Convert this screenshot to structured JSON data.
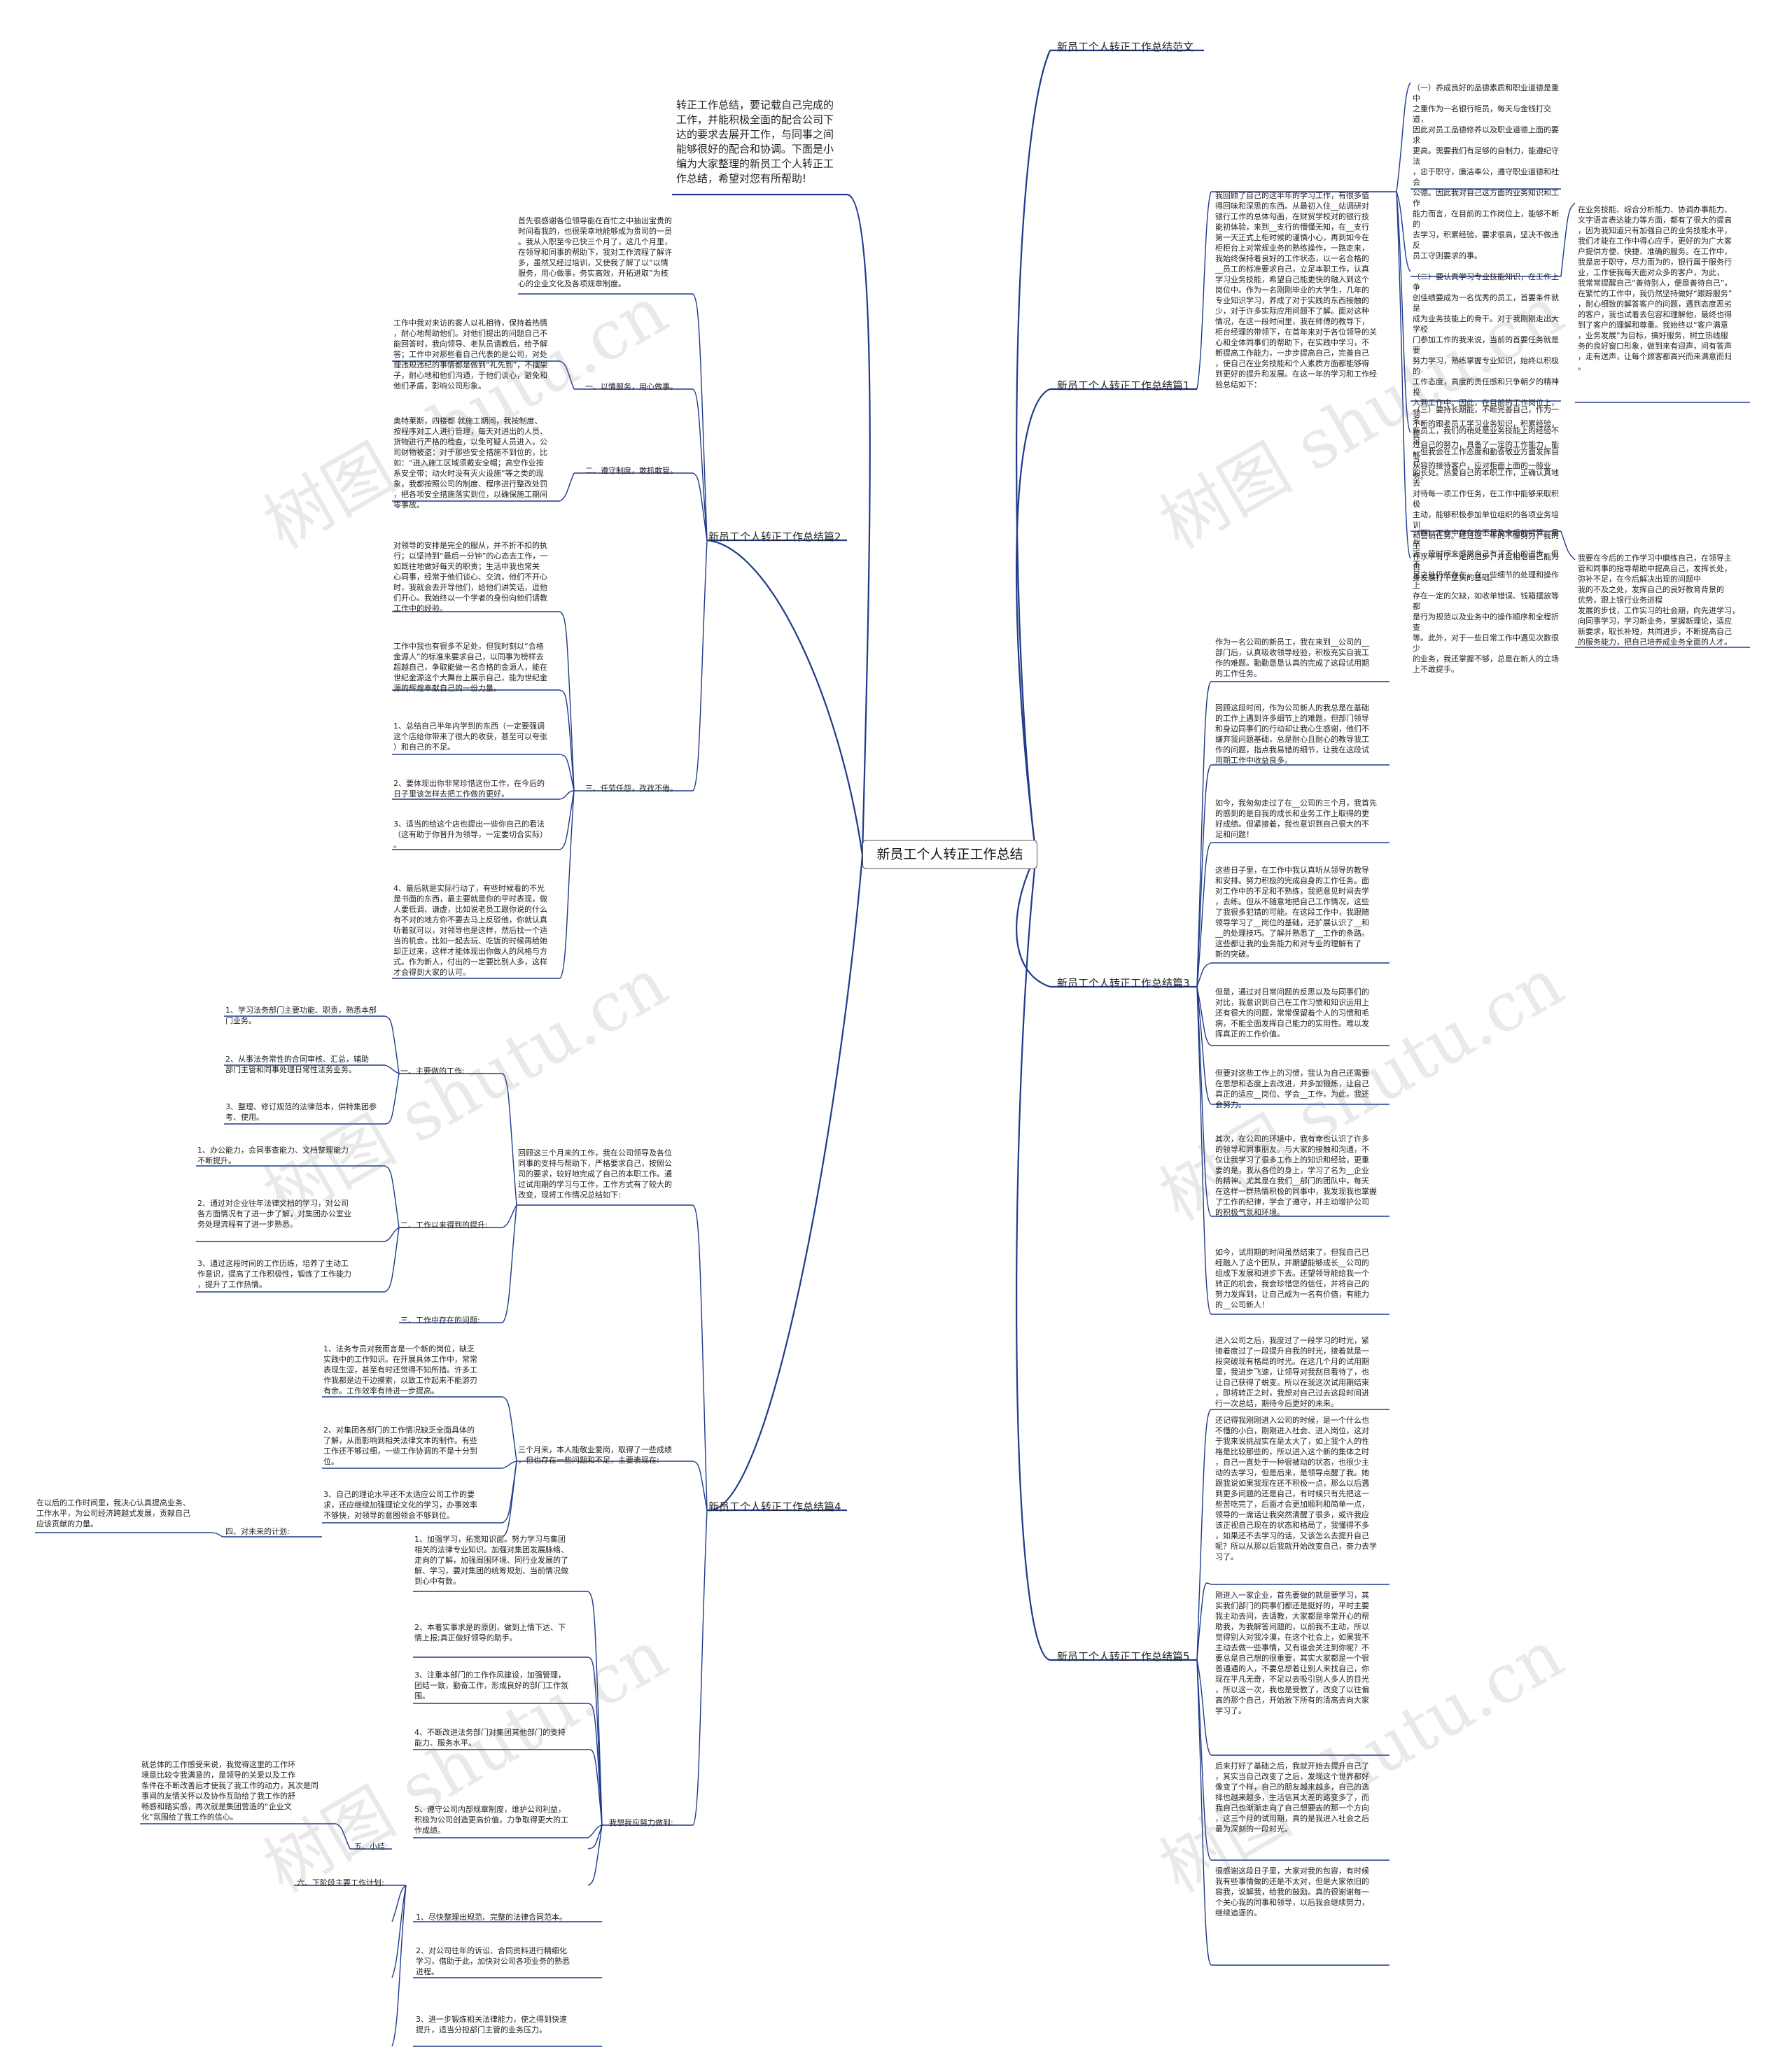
{
  "root": "新员工个人转正工作总结",
  "intro": "转正工作总结，要记载自己完成的\n工作，并能积极全面的配合公司下\n达的要求去展开工作，与同事之间\n能够很好的配合和协调。下面是小\n编为大家整理的新员工个人转正工\n作总结，希望对您有所帮助!",
  "watermarks": [
    "树图 shutu.cn",
    "树图 shutu.cn",
    "树图 shutu.cn",
    "树图 shutu.cn",
    "树图 shutu.cn",
    "树图 shutu.cn"
  ],
  "branches": {
    "fanwen": "新员工个人转正工作总结范文",
    "p1": "新员工个人转正工作总结篇1",
    "p2": "新员工个人转正工作总结篇2",
    "p3": "新员工个人转正工作总结篇3",
    "p4": "新员工个人转正工作总结篇4",
    "p5": "新员工个人转正工作总结篇5"
  },
  "p1": {
    "main": "我回顾了自己的这半年的学习工作，有很多值\n得回味和深思的东西。从最初入住__站调研对\n银行工作的总体勾画，在财贸学校对的银行技\n能初体验，来到__支行的懵懂无知，在__支行\n第一天正式上柜时候的谨慎小心，再到如今在\n柜柜台上对常规业务的熟练操作，一路走来，\n我始终保持着良好的工作状态，以一名合格的\n__员工的标准要求自己，立足本职工作，认真\n学习业务技能，希望自己能更快的融入到这个\n岗位中。作为一名刚刚毕业的大学生，几年的\n专业知识学习，养成了对于实践的东西接触的\n少，对于许多实际应用问题不了解。面对这种\n情况，在这一段时间里，我在师傅的教导下，\n柜台经理的带领下，在首年来对于各位领导的关\n心和全体同事们的帮助下，在实践中学习，不\n断提高工作能力，一步步提高自己，完善自己\n，使自己在业务技能和个人素质方面都能够得\n到更好的提升和发展。在这一年的学习和工作经\n验总结如下：",
    "items": [
      "（一）养成良好的品德素质和职业道德是重中\n之重作为一名银行柜员，每天与金钱打交道，\n因此对员工品德修养以及职业道德上面的要求\n更高。需要我们有足够的自制力，能遵纪守法\n，忠于职守，廉洁奉公，遵守职业道德和社会\n公德。因此我对自己这方面的业务知识和工作\n能力而言，在目前的工作岗位上，能够不断的\n去学习，积累经验，要求很高，坚决不做违反\n员工守则要求的事。",
      "（二）要认真学习专业技能知识，在工作上争\n创佳绩要成为一名优秀的员工，首要条件就是\n成为业务技能上的骨干。对于我刚刚走出大学校\n门参加工作的我来说，当前的首要任务就是要\n努力学习，熟练掌握专业知识，始终以积极的\n工作态度，高度的责任感和只争朝夕的精神投\n入到工作中。因此，在目前的工作岗位上，我\n不断的跟老员工学习业务知识，积累经验，提\n过自己的努力，具备了一定的工作能力，能够\n从容的接待客户，应对柜面上面的一般业务。",
      "（三）要持长期能，不断完善自己，作为一名\n新员工，我们的稍处是业务技能上的经验不足\n，但我会在工作态度和勤奋敬业方面发挥自己\n的长处。热爱自己的本职工作，正确认真地去\n对待每一项工作任务，在工作中能够采取积极\n主动，能够积极参加单位组织的各项业务培训\n和营销任务。经过这一年的不懈努力，我的工\n作水平有了一定的进步，并且相信自己能为自\n身发展打下坚实的基础。",
      "（四）工作中存在的不足及今后的打算。虽然\n近一段时间来感觉自己有了不小的进步，但不\n足之处仍然存在，在一些细节的处理和操作上\n存在一定的欠缺，如收单错误、钱箱摆放等都\n是行为规范以及业务中的操作顺序和全程折查\n等。此外，对于一些日常工作中遇见次数很少\n的业务，我还掌握不够，总是在新人的立场\n上不敢提手。"
    ],
    "right": [
      "在业务技能、综合分析能力、协调办事能力、\n文字语言表达能力等方面，都有了很大的提高\n，因为我知道只有加强自己的业务技能水平，\n我们才能在工作中得心应手，更好的为广大客\n户提供方便、快捷、准确的服务。在工作中，\n我是忠于职守，尽力而为的，银行属于服务行\n业，工作使我每天面对众多的客户，为此，\n我常常提醒自己“善待别人，便是善待自己”。\n在繁忙的工作中，我仍然坚持做好“跟踪服务”\n，耐心细致的解答客户的问题，遇到态度恶劣\n的客户，我也试着去包容和理解他，最终也得\n到了客户的理解和尊重。我始终以“客户满意\n，业务发展”为目标，搞好服务，树立热线服\n务的良好窗口形象，做到来有迎声，问有答声\n，走有送声，让每个顾客都高兴而来满意而归\n。",
      "我要在今后的工作学习中磨练自己，在领导主\n管和同事的指导帮助中提高自己，发挥长处，\n弥补不足，在今后解决出现的问题中\n我的不及之处，发挥自己的良好教育背景的\n优势，跟上银行业务进程\n发展的步伐，工作实习的社会期，向先进学习，\n向同事学习，学习新业务，掌握新理论，适应\n新要求，取长补短，共同进步，不断提高自己\n的服务能力，把自己培养成业务全面的人才。"
    ]
  },
  "p2": {
    "intro": "首先很感谢各位领导能在百忙之中抽出宝贵的\n时间看我的，也很荣幸地能够成为贵司的一员\n。我从入职至今已快三个月了，这几个月里，\n在领导和同事的帮助下，我对工作流程了解许\n多，虽然又经过培训，又使我了解了以“以情\n服务，用心做事，务实高效，开拓进取”为核\n心的企业文化及各项规章制度。",
    "sections": [
      {
        "label": "一、以情服务，用心做事。",
        "items": [
          "工作中我对来访的客人以礼相待，保持着热情\n，耐心地帮助他们。对他们提出的问题自己不\n能回答时，我向领导、老队员请教后，给予解\n答；工作中对那些看自己代表的是公司，对处\n理违规违纪的事情都是做到“礼先到”，不摆架\n子，耐心地和他们沟通，于他们谈心，避免和\n他们矛盾，影响公司形象。"
        ]
      },
      {
        "label": "二、遵守制度，敢抓敢管。",
        "items": [
          "奥特莱斯，四楼都 就施工期间，我按制度、\n按程序对工人进行管理，每天对进出的人员、\n货物进行严格的检查，以免可疑人员进入，公\n司财物被盗；对于那些安全措施不到位的，比\n如：“进入施工区域须戴安全帽；高空作业按\n系安全带；动火时没有灭火设施”等之类的现\n象，我都按照公司的制度、程序进行整改处罚\n，把各项安全措施落实到位，以确保施工期间\n零事故。"
        ]
      },
      {
        "label": "三、任劳任怨，孜孜不倦。",
        "items": [
          "对领导的安排是完全的服从，并不折不扣的执\n行；以坚持到“最后一分钟”的心态去工作，一\n如既往地做好每天的职责；生活中我也常关\n心同事，经常于他们谈心、交流，他们不开心\n时，我就会去开导他们，给他们讲笑话，逗他\n们开心。我始终以一个学者的身份向他们请教\n工作中的经验。",
          "工作中我也有很多不足处，但我时刻以“合格\n金源人”的标准来要求自己，以同事为榜样去\n超越自己，争取能做一名合格的金源人，能在\n世纪金源这个大舞台上展示自己，能为世纪金\n源的辉煌奉献自己的一份力量。",
          "1、总结自己半年内学到的东西（一定要强调\n这个店给你带来了很大的收获，甚至可以夸张\n）和自己的不足。",
          "2、要体现出你非常珍惜这份工作，在今后的\n日子里该怎样去把工作做的更好。",
          "3、适当的给这个店也提出一些你自己的看法\n（这有助于你晋升为领导，一定要切合实际）\n。",
          "4、最后就是实际行动了，有些时候看的不光\n是书面的东西，最主要就是你的平时表现，做\n人要低调、谦虚，比如说老员工跟你说的什么\n有不对的地方你不要去马上反驳他，你就认真\n听着就可以，对领导也是这样，然后找一个适\n当的机会，比如一起去玩、吃饭的时候再给她\n却正过来，这样才能体现出你做人的风格与方\n式。作为新人，付出的一定要比别人多，这样\n才会得到大家的认可。"
        ]
      }
    ]
  },
  "p3": {
    "items": [
      "作为一名公司的新员工，我在来到__公司的__\n部门后，认真吸收领导经验，积极充实自我工\n作的难题。勤勤恳恳认真的完成了这段试用期\n的工作任务。",
      "回顾这段时间，作为公司新人的我总是在基础\n的工作上遇到许多细节上的难题，但部门领导\n和身边同事们的行动却让我心生感谢，他们不\n嫌弃我问题基础，总是耐心且耐心的教导我工\n作的问题，指点我易错的细节，让我在这段试\n用期工作中收益良多。",
      "如今，我匆匆走过了在__公司的三个月，我首先\n的感到的是自我的成长和业务工作上取得的更\n好成绩。但紧接着，我也意识到自己很大的不\n足和问题！",
      "这些日子里，在工作中我认真听从领导的教导\n和安排。努力积极的完成自身的工作任务。面\n对工作中的不足和不熟练，我把意见时间去学\n，去练。但从不随意地把自己工作情况，这些\n了我很多犯错的可能。在这段工作中，我跟随\n领导学习了__岗位的基础，还扩展认识了__和\n__的处理技巧。了解并熟悉了__工作的条路。\n这些都让我的业务能力和对专业的理解有了\n新的突破。",
      "但是，通过对日常问题的反思以及与同事们的\n对比，我意识到自己在工作习惯和知识运用上\n还有很大的问题，常常保留着个人的习惯和毛\n病，不能全面发挥自己能力的实用性。难以发\n挥真正的工作价值。",
      "但要对这些工作上的习惯，我认为自己还需要\n在思想和态度上去改进，并多加锻炼，让自己\n真正的适应__岗位、学会__工作，为此，我还\n会努力。",
      "其次，在公司的环境中，我有幸也认识了许多\n的领导和同事朋友。与大家的接触和沟通，不\n仅让我学习了很多工作上的知识和经验，更重\n要的是，我从各位的身上，学习了名为__企业\n的精神。尤其是在我们__部门的团队中，每天\n在这样一群热情积极的同事中，我发现我也掌握\n了工作的纪律，学会了遵守，并主动增护公司\n的积极气氛和环境。",
      "如今，试用期的时间虽然结束了，但我自己已\n经融入了这个团队，并期望能够成长__公司的\n组成下发展和进步下去。还望领导能给我一个\n转正的机会，我会珍惜您的信任，并将自己的\n努力发挥到，让自己成为一名有价值，有能力\n的__公司新人！"
    ]
  },
  "p4": {
    "s1_label": "一、主要做的工作:",
    "s1_items": [
      "1、学习法务部门主要功能、职责，熟悉本部\n门业务。",
      "2、从事法务常性的合同审核、汇总，辅助\n部门主管和同事处理日常性法务业务。",
      "3、整理、修订规范的法律范本，供特集团参\n考、使用。"
    ],
    "review": "回顾这三个月来的工作，我在公司领导及各位\n同事的支持与帮助下，严格要求自己，按照公\n司的要求，较好地完成了自己的本职工作。通\n过试用期的学习与工作，工作方式有了较大的\n改变，现将工作情况总结如下:",
    "s2_label": "二、工作以来得到的提升:",
    "s2_items": [
      "1、办公能力，会同事查能力、文档整理能力\n不断提升。",
      "2、通过对企业往年法律文档的学习，对公司\n各方面情况有了进一步了解，对集团办公室业\n务处理流程有了进一步熟悉。",
      "3、通过这段时间的工作历练，培养了主动工\n作意识，提高了工作积极性，锻炼了工作能力\n，提升了工作热情。"
    ],
    "s3_label": "三、工作中存在的问题:",
    "s3_intro": "三个月来，本人能敬业爱岗，取得了一些成绩\n，但也存在一些问题和不足，主要表现在:",
    "s3_items": [
      "1、法务专员对我而言是一个新的岗位，缺乏\n实践中的工作知识。在开展具体工作中，常常\n表现生涩，甚至有时还觉得不知所措。许多工\n作我都是边干边摸索，以致工作起来不能游刃\n有余。工作效率有待进一步提高。",
      "2、对集团各部门的工作情况缺乏全面具体的\n了解，从而影响到相关法律文本的制作。有些\n工作还不够过细，一些工作协调的不是十分到\n位。",
      "3、自己的理论水平还不太适应公司工作的要\n求，还应继续加强理论文化的学习，办事效率\n不够快，对领导的意图领会不够到位。"
    ],
    "s4_label": "四、对未来的计划:",
    "s4_text": "在以后的工作时间里，我决心认真提高业务、\n工作水平，为公司经济跨越式发展，贡献自己\n应该贡献的力量。",
    "plan_label": "我想我应努力做到:",
    "plan_items": [
      "1、加强学习，拓宽知识面。努力学习与集团\n相关的法律专业知识。加强对集团发展脉络、\n走向的了解，加强周围环境、同行业发展的了\n解、学习，要对集团的统筹规划、当前情况做\n到心中有数。",
      "2、本着实事求是的原则，做到上情下达、下\n情上报;真正做好领导的助手。",
      "3、注重本部门的工作作风建设，加强管理，\n团结一致，勤奋工作，形成良好的部门工作氛\n围。",
      "4、不断改进法务部门对集团其他部门的支持\n能力、服务水平。",
      "5、遵守公司内部规章制度，维护公司利益，\n积极为公司创造更高价值，力争取得更大的工\n作成绩。"
    ],
    "s5_label": "五、小结:",
    "s5_text": "就总体的工作感受来说，我觉得这里的工作环\n境是比较令我满意的，是领导的关爱以及工作\n条件在不断改善后才使我了我工作的动力，其次是同\n事间的友情关怀以及协作互助给了我工作的舒\n畅感和踏实感，再次就是集团营造的“企业文\n化”氛围给了我工作的信心。",
    "s6_label": "六、下阶段主要工作计划:",
    "s6_items": [
      "1、尽快整理出规范、完整的法律合同范本。",
      "2、对公司往年的诉讼、合同资料进行精细化\n学习，借助于此，加快对公司各项业务的熟悉\n进程。",
      "3、进一步锻炼相关法律能力，使之得到快速\n提升，适当分担部门主管的业务压力。"
    ]
  },
  "p5": {
    "items": [
      "进入公司之后，我度过了一段学习的时光，紧\n接着度过了一段提升自我的时光，接着就是一\n段突破现有格局的时光。在这几个月的试用期\n里，我进步飞速，让领导对我刮目看待了，也\n让自己获得了蜕变。所以在我这次试用期结束\n，即将转正之时，我想对自己过去这段时间进\n行一次总结，期待今后更好的未来。",
      "还记得我刚刚进入公司的时候，是一个什么也\n不懂的小白，刚刚进入社会、进入岗位，这对\n于我来说挑战实在是太大了，如上我个人的性\n格是比较那些的，所以进入这个新的集体之时\n，自己一直处于一种很被动的状态，也很少主\n动的去学习，但是后来，是领导点醒了我。她\n跟我说如果我现在还不积极一点，那么以后遇\n到更多问题的还是自己，有时候只有先把这一\n些苦吃完了，后面才会更加顺利和简单一点，\n领导的一席话让我突然清醒了很多，或许我应\n该正视自己现在的状态和格局了，我懂得不多\n，如果还不去学习的话，又该怎么去提升自己\n呢？所以从那以后我就开始改变自己，奋力去学\n习了。",
      "刚进入一家企业，首先要做的就是要学习，其\n实我们部门的同事们都还是挺好的，平时主要\n我主动去问，去请教，大家都是非常开心的帮\n助我，为我解答问题的，以前我不主动，所以\n觉得别人对我冷漠，在这个社会上，如果我不\n主动去做一些事情，又有谁会关注到你呢？不\n要总是自己想的很重要，其实大家都是一个很\n普通通的人，不要总想着让别人来找自己，你\n现在平凡无奇，不足以去吸引别人多人的目光\n，所以这一次，我也是受教了，改变了以往偏\n高的那个自己，开始放下所有的清高去向大家\n学习了。",
      "后来打好了基础之后，我就开始去提升自己了\n，其实当自己改变了之后，发现这个世界都好\n像变了个样，自己的朋友越来越多，自己的选\n择也越来越多，生活信其太差的路变多了，而\n我自己也渐渐走向了自己想要去的那一个方向\n，这三个月的试用期，真的是我进入社会之后\n最为深刻的一段时光。",
      "很感谢这段日子里，大家对我的包容，有时候\n我有些事情做的还是不太对，但是大家依旧的\n容我，说解我，给我的鼓励。真的很谢谢每一\n个关心我的同事和领导，以后我会继续努力，\n继续追逐的。"
    ]
  }
}
